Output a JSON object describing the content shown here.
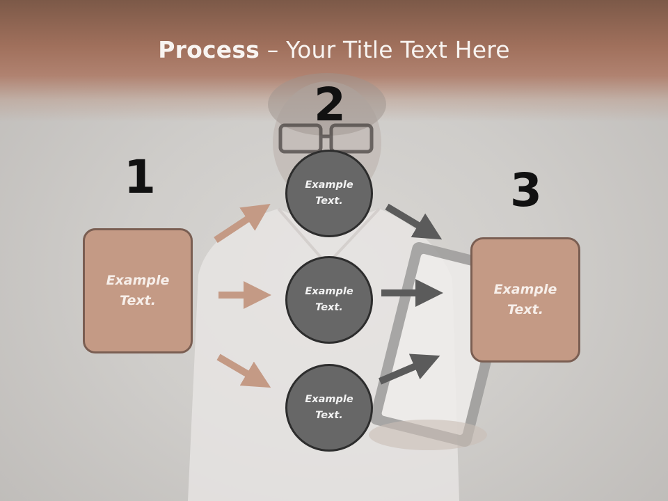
{
  "slide": {
    "title_bold": "Process",
    "title_rest": " – Your Title Text Here",
    "colors": {
      "header": "#a0705c",
      "box_fill": "#c49a85",
      "box_border": "#7a5e52",
      "circle_fill": "#676767",
      "left_arrow": "#c49a85",
      "right_arrow": "#5b5b5b"
    },
    "steps": {
      "one": {
        "number": "1",
        "text": "Example\nText."
      },
      "two": {
        "number": "2"
      },
      "three": {
        "number": "3",
        "text": "Example\nText."
      }
    },
    "circles": [
      {
        "text": "Example\nText."
      },
      {
        "text": "Example\nText."
      },
      {
        "text": "Example\nText."
      }
    ]
  }
}
